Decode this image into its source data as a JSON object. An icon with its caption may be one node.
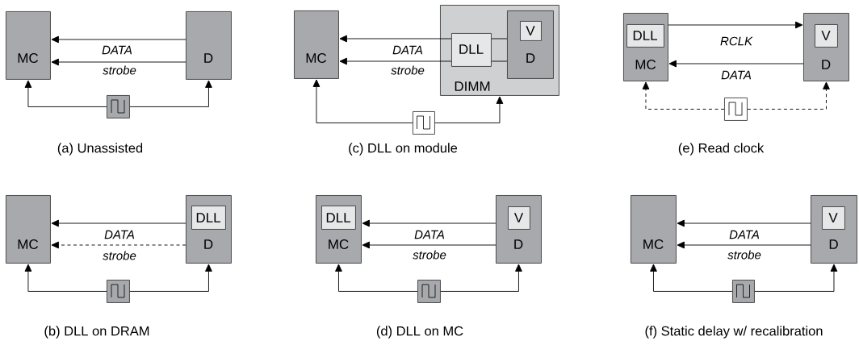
{
  "diagram": {
    "nodes": [
      {
        "text": [
          "MC"
        ]
      },
      {
        "text": [
          "D"
        ]
      },
      {
        "text": [],
        "shape": "box"
      },
      {
        "text": [
          "MC"
        ]
      },
      {
        "text": [
          "DIMM"
        ]
      },
      {
        "text": [
          "DLL"
        ],
        "in": 4
      },
      {
        "text": [
          "D"
        ],
        "in": 4
      },
      {
        "text": [
          "V"
        ],
        "in": 6
      },
      {
        "text": [],
        "shape": "box"
      },
      {
        "text": [
          "MC"
        ]
      },
      {
        "text": [
          "DLL"
        ],
        "in": 9
      },
      {
        "text": [
          "D"
        ]
      },
      {
        "text": [
          "V"
        ],
        "in": 11
      },
      {
        "text": [],
        "shape": "box"
      },
      {
        "text": [
          "MC"
        ]
      },
      {
        "text": [
          "D"
        ]
      },
      {
        "text": [
          "DLL"
        ],
        "in": 15
      },
      {
        "text": [],
        "shape": "box"
      },
      {
        "text": [
          "MC"
        ]
      },
      {
        "text": [
          "DLL"
        ],
        "in": 18
      },
      {
        "text": [
          "D"
        ]
      },
      {
        "text": [
          "V"
        ],
        "in": 20
      },
      {
        "text": [],
        "shape": "box"
      },
      {
        "text": [
          "MC"
        ]
      },
      {
        "text": [
          "D"
        ]
      },
      {
        "text": [
          "V"
        ],
        "in": 24
      },
      {
        "text": [],
        "shape": "box"
      }
    ],
    "edges": [
      {
        "from": 1,
        "to": 0,
        "arrow": "to",
        "label": "DATA"
      },
      {
        "from": 1,
        "to": 0,
        "arrow": "to",
        "label": "strobe"
      },
      {
        "from": 2,
        "to": 0,
        "arrow": "to"
      },
      {
        "from": 2,
        "to": 1,
        "arrow": "to"
      },
      {
        "from": 5,
        "to": 3,
        "arrow": "to",
        "label": "DATA"
      },
      {
        "from": 5,
        "to": 3,
        "arrow": "to",
        "label": "strobe"
      },
      {
        "from": 6,
        "to": 5,
        "arrow": "none"
      },
      {
        "from": 6,
        "to": 5,
        "arrow": "none"
      },
      {
        "from": 8,
        "to": 3,
        "arrow": "to"
      },
      {
        "from": 8,
        "to": 4,
        "arrow": "to"
      },
      {
        "from": 9,
        "to": 11,
        "arrow": "to",
        "label": "RCLK"
      },
      {
        "from": 11,
        "to": 9,
        "arrow": "to",
        "label": "DATA"
      },
      {
        "from": 13,
        "to": 9,
        "arrow": "to",
        "style": "dashed"
      },
      {
        "from": 13,
        "to": 11,
        "arrow": "to",
        "style": "dashed"
      },
      {
        "from": 15,
        "to": 14,
        "arrow": "to",
        "label": "DATA"
      },
      {
        "from": 15,
        "to": 14,
        "arrow": "to",
        "label": "strobe",
        "style": "dashed"
      },
      {
        "from": 17,
        "to": 14,
        "arrow": "to"
      },
      {
        "from": 17,
        "to": 15,
        "arrow": "to"
      },
      {
        "from": 20,
        "to": 18,
        "arrow": "to",
        "label": "DATA"
      },
      {
        "from": 20,
        "to": 18,
        "arrow": "to",
        "label": "strobe"
      },
      {
        "from": 22,
        "to": 18,
        "arrow": "to"
      },
      {
        "from": 22,
        "to": 20,
        "arrow": "to"
      },
      {
        "from": 24,
        "to": 23,
        "arrow": "to",
        "label": "DATA"
      },
      {
        "from": 24,
        "to": 23,
        "arrow": "to",
        "label": "strobe"
      },
      {
        "from": 26,
        "to": 23,
        "arrow": "to"
      },
      {
        "from": 26,
        "to": 24,
        "arrow": "to"
      }
    ],
    "labels": [
      "(a) Unassisted",
      "(c) DLL on module",
      "(e) Read clock",
      "(b) DLL on DRAM",
      "(d) DLL on MC",
      "(f) Static delay w/ recalibration"
    ]
  }
}
